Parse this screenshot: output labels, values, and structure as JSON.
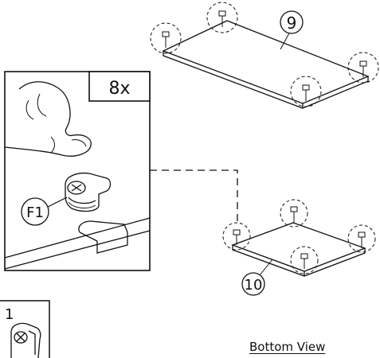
{
  "labels": {
    "qty": "8x",
    "part_top": "9",
    "part_bottom": "10",
    "fitting": "F1",
    "callout_qty": "1",
    "view_caption": "Bottom View"
  }
}
